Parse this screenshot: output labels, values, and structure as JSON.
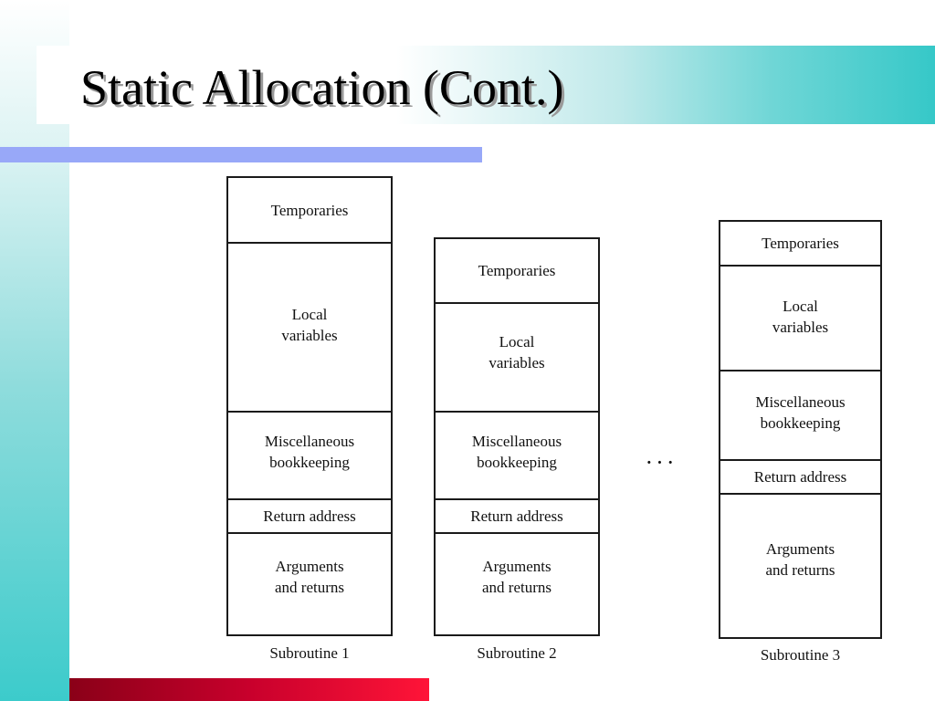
{
  "slide": {
    "title": "Static Allocation (Cont.)",
    "ellipsis": "···"
  },
  "subroutines": [
    {
      "caption": "Subroutine 1",
      "cells": [
        {
          "label": "Temporaries"
        },
        {
          "label": "Local\nvariables"
        },
        {
          "label": "Miscellaneous\nbookkeeping"
        },
        {
          "label": "Return address"
        },
        {
          "label": "Arguments\nand returns"
        }
      ]
    },
    {
      "caption": "Subroutine 2",
      "cells": [
        {
          "label": "Temporaries"
        },
        {
          "label": "Local\nvariables"
        },
        {
          "label": "Miscellaneous\nbookkeeping"
        },
        {
          "label": "Return address"
        },
        {
          "label": "Arguments\nand returns"
        }
      ]
    },
    {
      "caption": "Subroutine 3",
      "cells": [
        {
          "label": "Temporaries"
        },
        {
          "label": "Local\nvariables"
        },
        {
          "label": "Miscellaneous\nbookkeeping"
        },
        {
          "label": "Return address"
        },
        {
          "label": "Arguments\nand returns"
        }
      ]
    }
  ],
  "colors": {
    "title_band_accent": "#36c8c8",
    "title_rule": "#98a8f8",
    "bottom_rule": "#c8002c"
  }
}
